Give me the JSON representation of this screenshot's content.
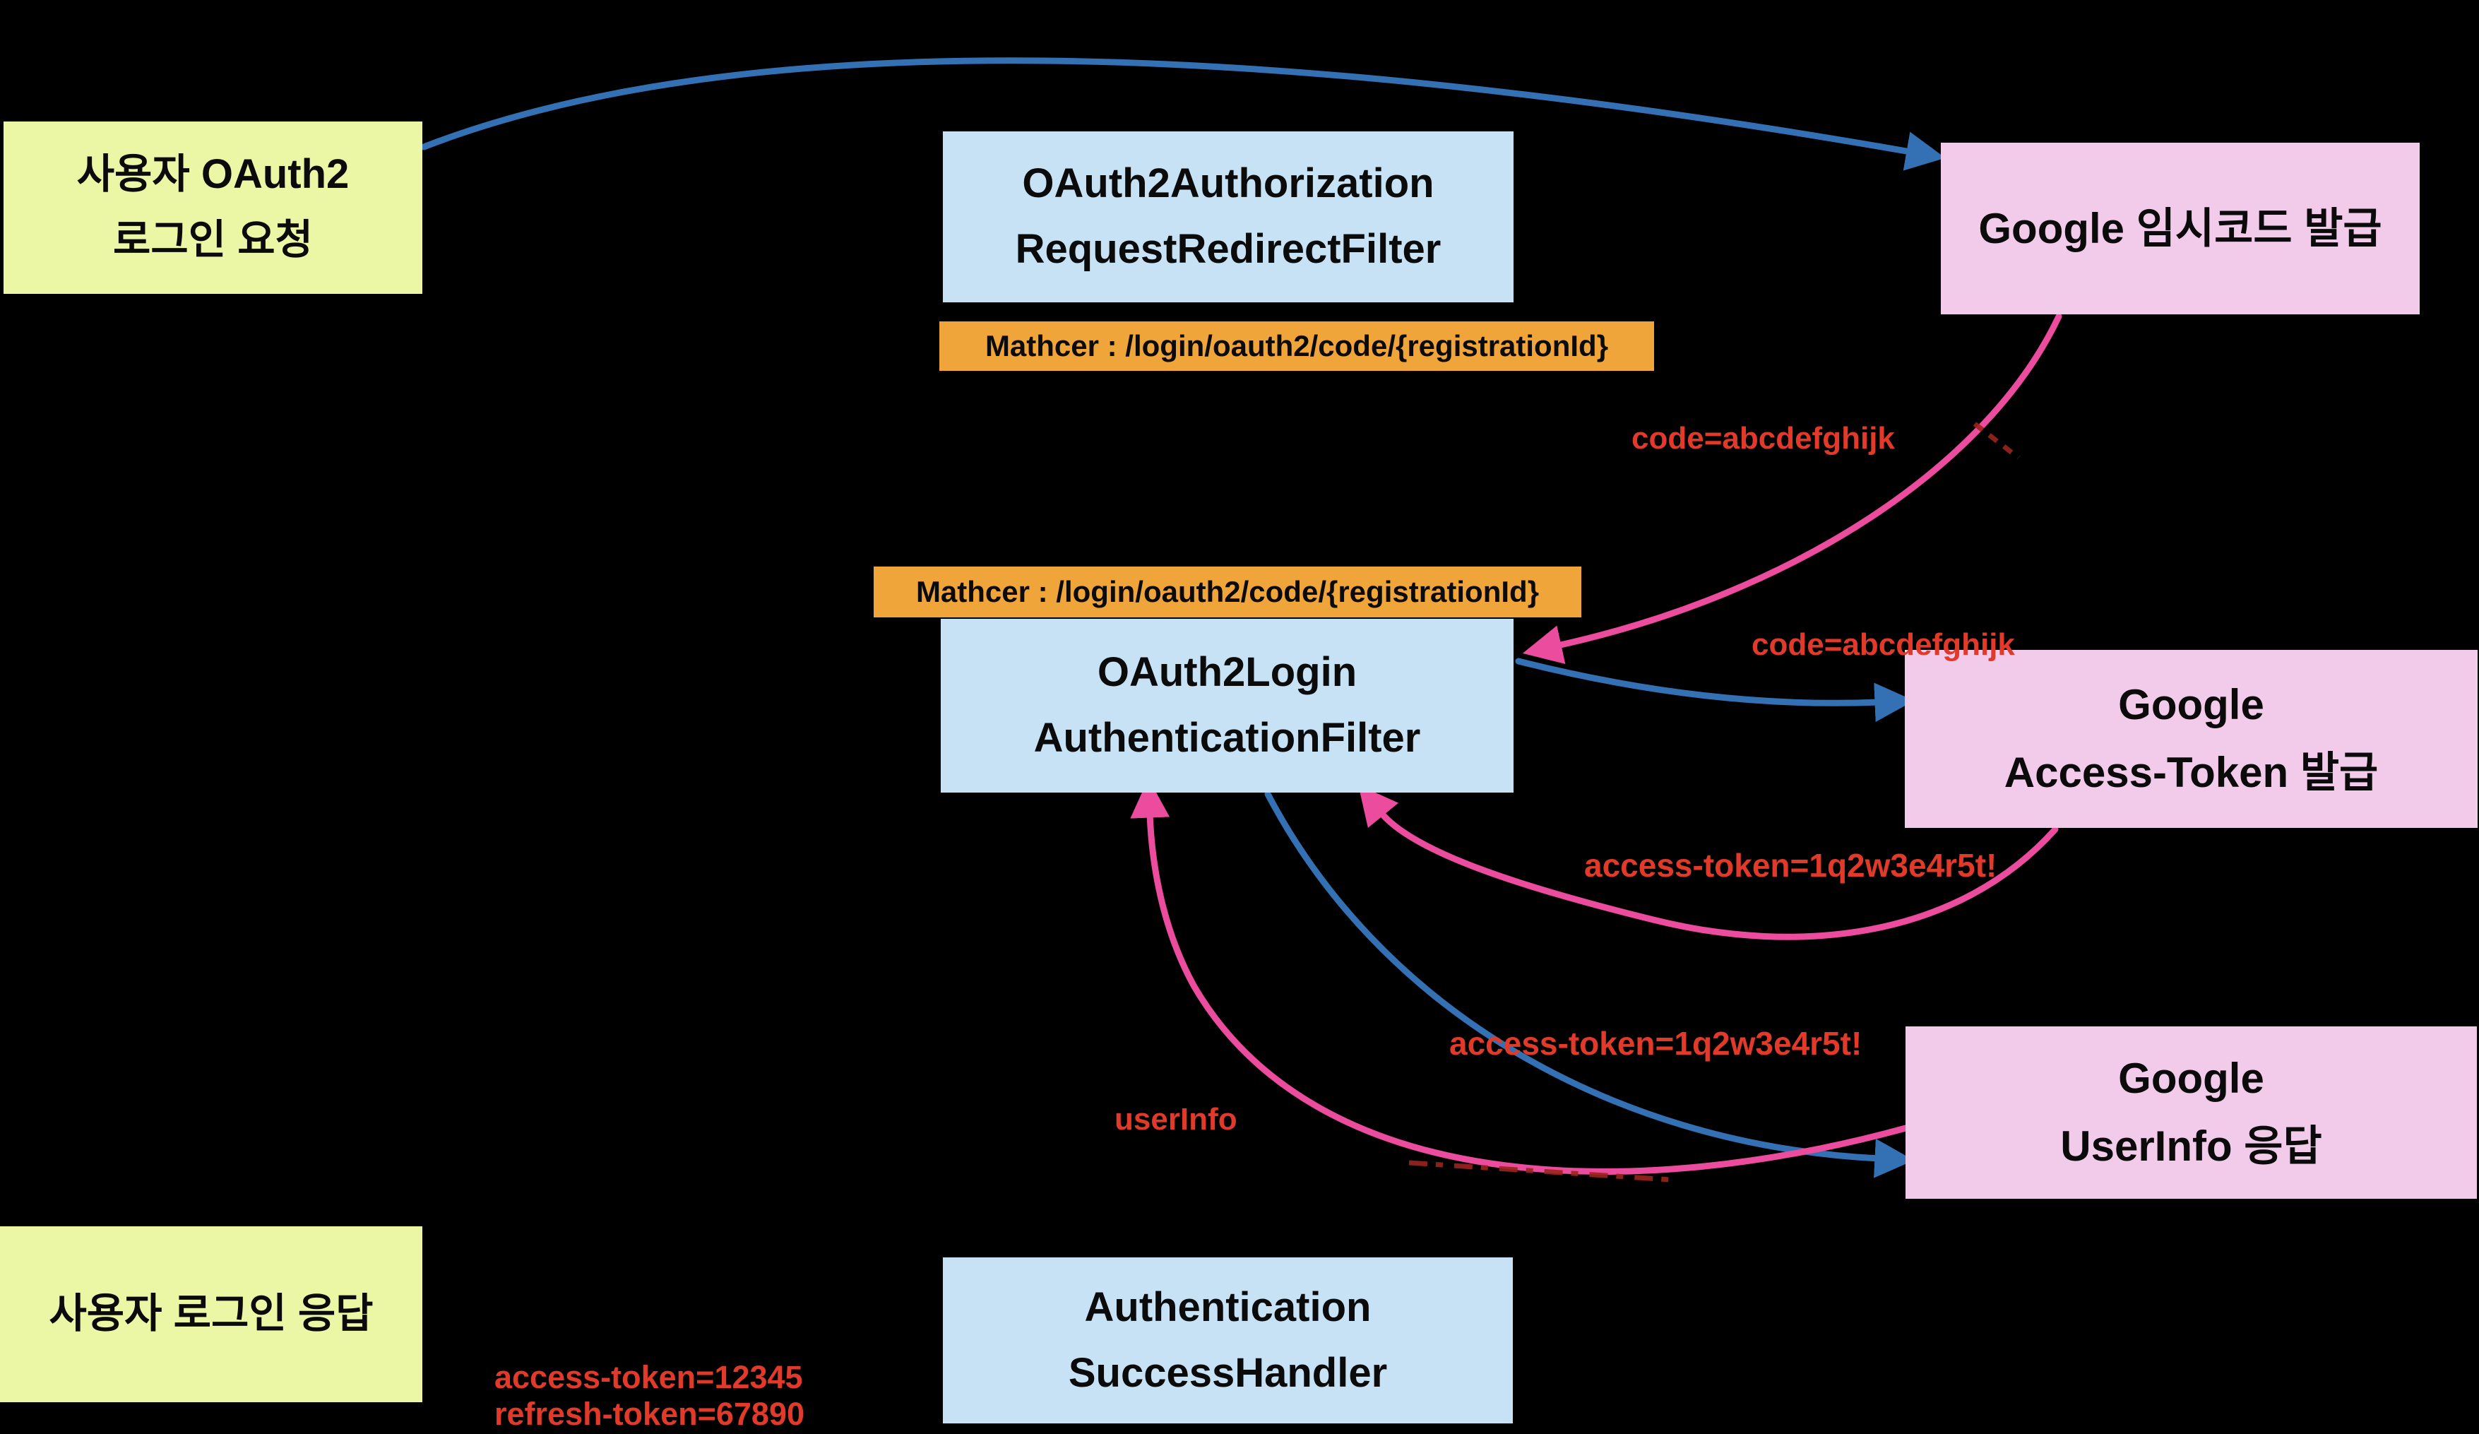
{
  "colors": {
    "background": "#000000",
    "box_yellow": "#ECF7A6",
    "box_blue": "#C8E2F5",
    "box_pink": "#F1CBE9",
    "box_orange": "#F0A53A",
    "text_black": "#0B0B0B",
    "label_red": "#E13A2B",
    "arrow_blue": "#3470B4",
    "arrow_pink": "#EC4C9E",
    "fragment_red": "#9A251D"
  },
  "boxes": {
    "user_request": {
      "lines": [
        "사용자 OAuth2",
        "로그인 요청"
      ]
    },
    "redirect_filter": {
      "lines": [
        "OAuth2Authorization",
        "RequestRedirectFilter"
      ]
    },
    "google_code": {
      "lines": [
        "Google 임시코드 발급"
      ]
    },
    "matcher_top": {
      "label": "Mathcer : /login/oauth2/code/{registrationId}"
    },
    "matcher_mid": {
      "label": "Mathcer : /login/oauth2/code/{registrationId}"
    },
    "login_filter": {
      "lines": [
        "OAuth2Login",
        "AuthenticationFilter"
      ]
    },
    "google_access_token": {
      "lines": [
        "Google",
        "Access-Token 발급"
      ]
    },
    "google_userinfo": {
      "lines": [
        "Google",
        "UserInfo 응답"
      ]
    },
    "user_response": {
      "lines": [
        "사용자 로그인 응답"
      ]
    },
    "success_handler": {
      "lines": [
        "Authentication",
        "SuccessHandler"
      ]
    }
  },
  "labels": {
    "code_top": "code=abcdefghijk",
    "code_mid": "code=abcdefghijk",
    "access_token_top": "access-token=1q2w3e4r5t!",
    "access_token_mid": "access-token=1q2w3e4r5t!",
    "userinfo": "userInfo",
    "access_token_final": "access-token=12345",
    "refresh_token_final": "refresh-token=67890"
  }
}
